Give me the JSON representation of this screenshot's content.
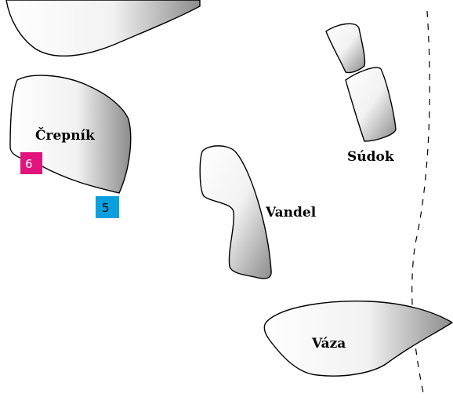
{
  "pieces": [
    {
      "id": "top-shard",
      "label": ""
    },
    {
      "id": "crepnik",
      "label": "Črepník"
    },
    {
      "id": "vandel",
      "label": "Vandel"
    },
    {
      "id": "sudok",
      "label": "Súdok"
    },
    {
      "id": "vaza",
      "label": "Váza"
    }
  ],
  "markers": [
    {
      "text": "6",
      "color": "#e0147c",
      "text_color": "#ffffff"
    },
    {
      "text": "5",
      "color": "#0aa0e0",
      "text_color": "#000000"
    }
  ],
  "colors": {
    "piece_light": "#ffffff",
    "piece_dark": "#8c8c8c",
    "outline": "#000000"
  }
}
